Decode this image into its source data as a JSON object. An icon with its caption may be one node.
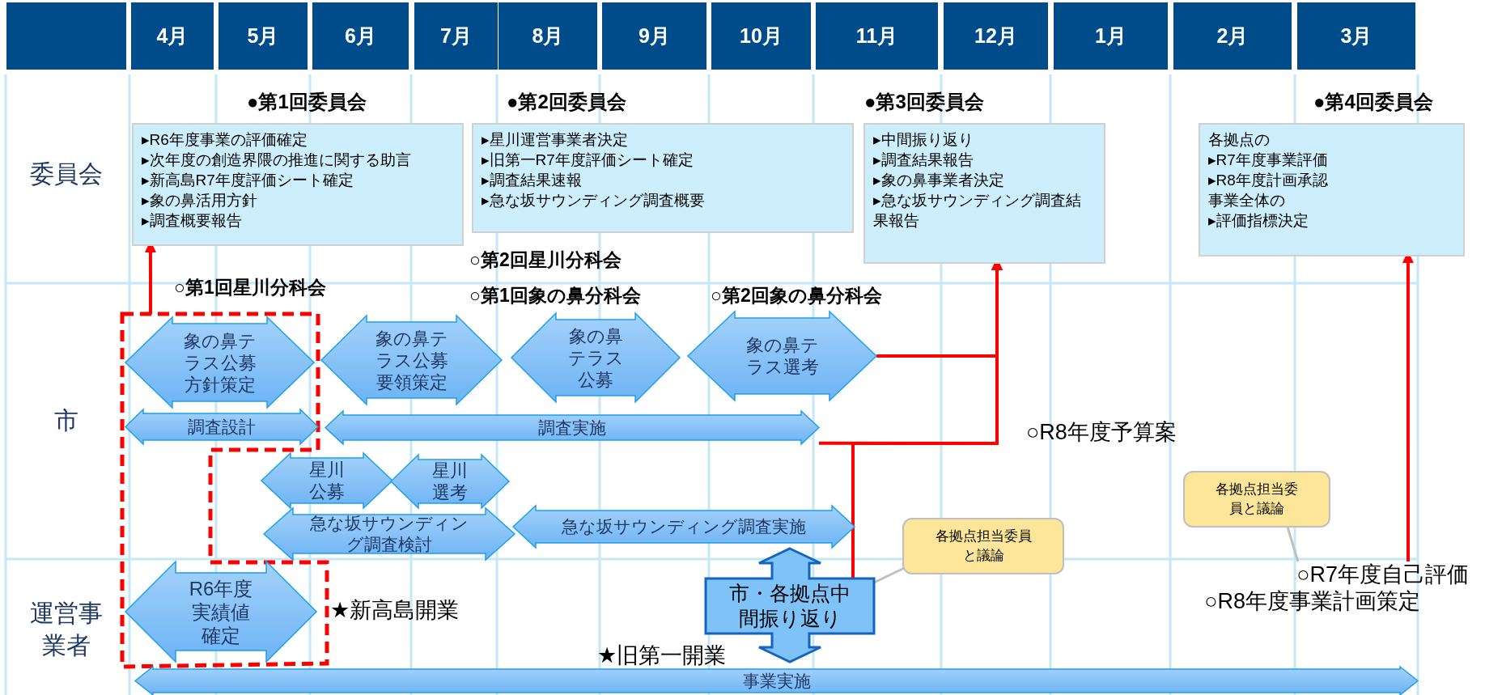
{
  "diagram": {
    "nodes": [
      {
        "text": [
          "●第1回委員会",
          "▸R6年度事業の評価確定",
          "▸次年度の創造界隈の推進に関する助言",
          "▸新高島R7年度評価シート確定",
          "▸象の鼻活用方針",
          "▸調査概要報告"
        ]
      },
      {
        "text": [
          "●第2回委員会",
          "▸星川運営事業者決定",
          "▸旧第一R7年度評価シート確定",
          "▸調査結果速報",
          "▸急な坂サウンディング調査概要"
        ]
      },
      {
        "text": [
          "●第3回委員会",
          "▸中間振り返り",
          "▸調査結果報告",
          "▸象の鼻事業者決定",
          "▸急な坂サウンディング調査結果報告"
        ]
      },
      {
        "text": [
          "●第4回委員会",
          "各拠点の",
          "▸R7年度事業評価",
          "▸R8年度計画承認",
          "事業全体の",
          "▸評価指標決定"
        ]
      },
      {
        "text": [],
        "shape": "box"
      },
      {
        "text": [
          "象の鼻テラス公募方針策定"
        ],
        "in": 4
      },
      {
        "text": [
          "象の鼻テラス公募要領策定"
        ]
      },
      {
        "text": [
          "象の鼻テラス公募"
        ]
      },
      {
        "text": [
          "象の鼻テラス選考"
        ]
      },
      {
        "text": [
          "調査設計"
        ],
        "in": 4
      },
      {
        "text": [
          "調査実施"
        ]
      },
      {
        "text": [
          "星川公募"
        ]
      },
      {
        "text": [
          "星川選考"
        ]
      },
      {
        "text": [
          "急な坂サウンディング調査検討"
        ]
      },
      {
        "text": [
          "急な坂サウンディング調査実施"
        ]
      },
      {
        "text": [
          "各拠点担当委員と議論"
        ]
      },
      {
        "text": [
          "各拠点担当委員と議論"
        ]
      },
      {
        "text": [
          "R6年度実績値確定"
        ],
        "in": 4
      },
      {
        "text": [
          "市・各拠点中間振り返り"
        ]
      },
      {
        "text": [
          "○R7年度自己評価",
          "○R8年度事業計画策定"
        ]
      },
      {
        "text": [
          "事業実施"
        ]
      }
    ],
    "edges": [
      {
        "from": 4,
        "to": 0,
        "arrow": "to"
      },
      {
        "from": 8,
        "to": 2,
        "arrow": "to"
      },
      {
        "from": 10,
        "to": 2,
        "arrow": "to"
      },
      {
        "from": 18,
        "to": 2,
        "arrow": "to"
      },
      {
        "from": 19,
        "to": 3,
        "arrow": "to"
      },
      {
        "from": 15,
        "to": 18,
        "arrow": "none",
        "color": "#bfbfbf"
      },
      {
        "from": 16,
        "to": 19,
        "arrow": "none",
        "color": "#bfbfbf"
      }
    ],
    "labels": [
      "4月",
      "5月",
      "6月",
      "7月",
      "8月",
      "9月",
      "10月",
      "11月",
      "12月",
      "1月",
      "2月",
      "3月",
      "委員会",
      "○第2回星川分科会",
      "○第1回星川分科会",
      "○第1回象の鼻分科会",
      "○第2回象の鼻分科会",
      "市",
      "○R8年度予算案",
      "運営事業者",
      "★新高島開業",
      "★旧第一開業"
    ]
  }
}
